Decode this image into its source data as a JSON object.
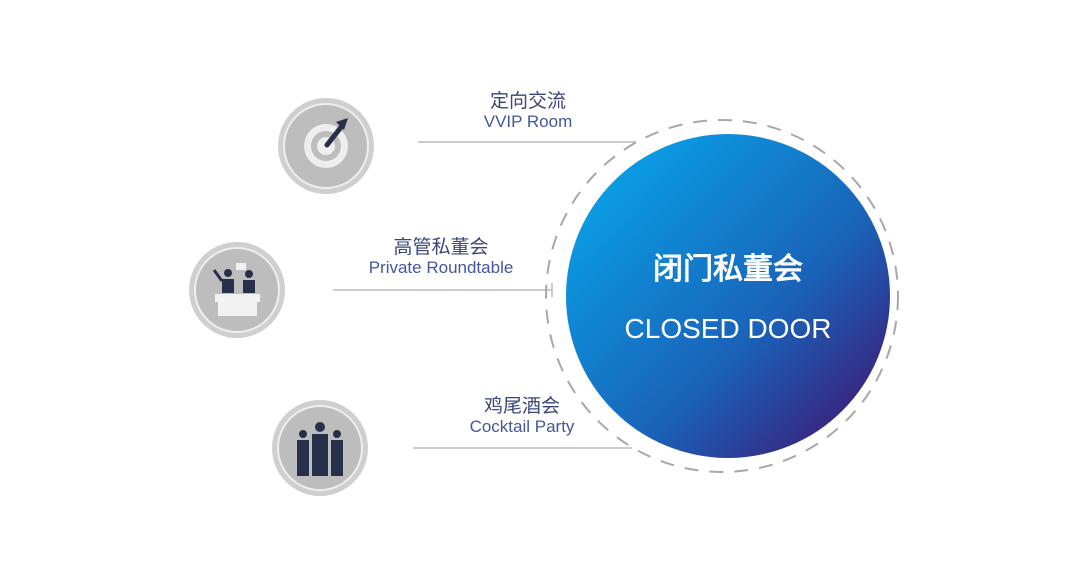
{
  "center": {
    "title_zh": "闭门私董会",
    "title_en": "CLOSED DOOR"
  },
  "items": [
    {
      "zh": "定向交流",
      "en": "VVIP Room",
      "icon": "target-icon"
    },
    {
      "zh": "高管私董会",
      "en": "Private Roundtable",
      "icon": "roundtable-icon"
    },
    {
      "zh": "鸡尾酒会",
      "en": "Cocktail Party",
      "icon": "people-group-icon"
    }
  ],
  "colors": {
    "gradient_start": "#0a9be3",
    "gradient_end": "#3a1f7a",
    "icon_bg": "#cfcfcf",
    "icon_dark": "#27304a"
  }
}
